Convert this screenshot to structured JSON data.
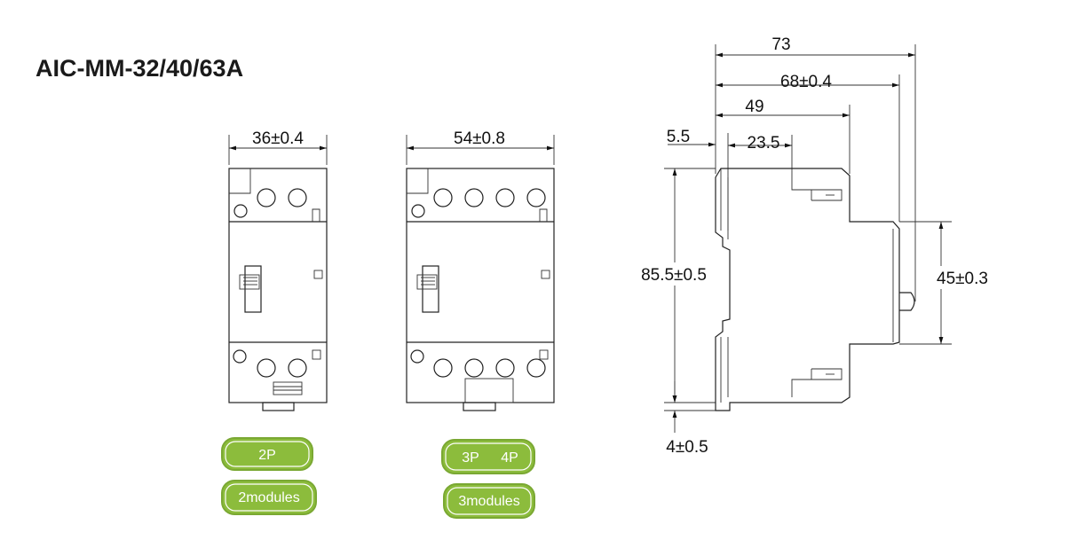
{
  "title": "AIC-MM-32/40/63A",
  "colors": {
    "badge_fill": "#8cbc3c",
    "badge_stroke": "#7aa833",
    "line": "#222222"
  },
  "front_2p": {
    "width_dim": "36±0.4",
    "poles_label": "2P",
    "modules_label": "2modules"
  },
  "front_3p": {
    "width_dim": "54±0.8",
    "poles_label_1": "3P",
    "poles_label_2": "4P",
    "modules_label": "3modules"
  },
  "side_view": {
    "dim_total": "73",
    "dim_depth": "68±0.4",
    "dim_49": "49",
    "dim_5_5": "5.5",
    "dim_23_5": "23.5",
    "dim_height": "85.5±0.5",
    "dim_45": "45±0.3",
    "dim_4": "4±0.5"
  }
}
